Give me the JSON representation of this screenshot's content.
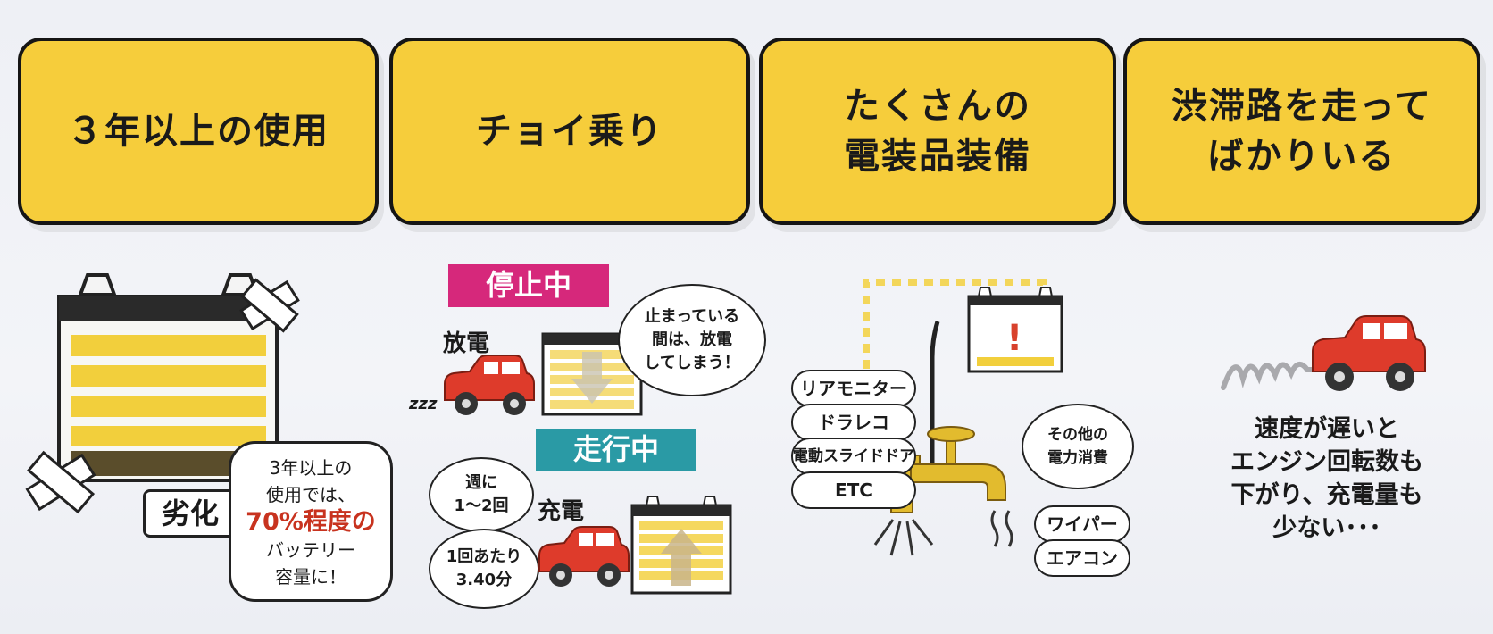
{
  "headers": [
    {
      "text": "３年以上の使用"
    },
    {
      "text": "チョイ乗り"
    },
    {
      "text": "たくさんの\n電装品装備"
    },
    {
      "text": "渋滞路を走って\nばかりいる"
    }
  ],
  "panel1": {
    "label": "劣化",
    "bubble_line1": "3年以上の",
    "bubble_line2": "使用では、",
    "bubble_highlight": "70%程度の",
    "bubble_line4": "バッテリー",
    "bubble_line5": "容量に！"
  },
  "panel2": {
    "stopped_tag": "停止中",
    "driving_tag": "走行中",
    "discharge_label": "放電",
    "charge_label": "充電",
    "zzz": "zzz",
    "stop_bubble": "止まっている\n間は、放電\nしてしまう！",
    "weekly_bubble": "週に\n1〜2回",
    "time_bubble": "1回あたり\n3.40分"
  },
  "panel3": {
    "warning": "!",
    "pills_left": [
      "リアモニター",
      "ドラレコ",
      "電動スライドドア",
      "ETC"
    ],
    "other_bubble": "その他の\n電力消費",
    "pills_right": [
      "ワイパー",
      "エアコン"
    ]
  },
  "panel4": {
    "caption": "速度が遅いと\nエンジン回転数も\n下がり、充電量も\n少ない･･･"
  },
  "colors": {
    "yellow": "#f6cd3b",
    "magenta": "#d6287b",
    "teal": "#2a9aa5",
    "car_red": "#de3b2b",
    "highlight_red": "#c8331f"
  }
}
